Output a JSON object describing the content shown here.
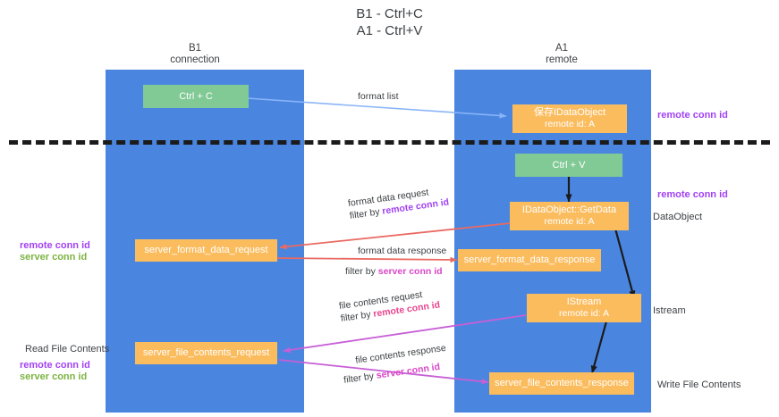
{
  "title": {
    "line1": "B1 - Ctrl+C",
    "line2": "A1 - Ctrl+V"
  },
  "columns": [
    {
      "id": "b1",
      "name": "B1",
      "subtitle": "connection"
    },
    {
      "id": "a1",
      "name": "A1",
      "subtitle": "remote"
    }
  ],
  "nodes": {
    "ctrl_c": {
      "label": "Ctrl + C",
      "color": "#81c995"
    },
    "ctrl_v": {
      "label": "Ctrl + V",
      "color": "#81c995"
    },
    "save_idataobject": {
      "line1": "保存IDataObject",
      "line2": "remote id: A",
      "color": "#fbbc5e"
    },
    "getdata": {
      "line1": "IDataObject::GetData",
      "line2": "remote id: A",
      "color": "#fbbc5e"
    },
    "istream": {
      "line1": "IStream",
      "line2": "remote id: A",
      "color": "#fbbc5e"
    },
    "server_format_data_request": {
      "label": "server_format_data_request",
      "color": "#fbbc5e"
    },
    "server_format_data_response": {
      "label": "server_format_data_response",
      "color": "#fbbc5e"
    },
    "server_file_contents_request": {
      "label": "server_file_contents_request",
      "color": "#fbbc5e"
    },
    "server_file_contents_response": {
      "label": "server_file_contents_response",
      "color": "#fbbc5e"
    }
  },
  "edges": {
    "format_list": {
      "label": "format list"
    },
    "format_data_request": {
      "line1": "format data request",
      "prefix": "filter by ",
      "key": "remote conn id",
      "key_color": "#a142f4"
    },
    "format_data_response": {
      "line1": "format data response",
      "prefix": "filter by ",
      "key": "server conn id",
      "key_color": "#d946c8"
    },
    "file_contents_request": {
      "line1": "file contents request",
      "prefix": "filter by ",
      "key": "remote conn id",
      "key_color": "#e8468f"
    },
    "file_contents_response": {
      "line1": "file contents response",
      "prefix": "filter by ",
      "key": "server conn id",
      "key_color": "#d946c8"
    }
  },
  "annotations": {
    "right_top_remote": {
      "text": "remote conn id",
      "color": "#a142f4"
    },
    "right_mid_remote": {
      "text": "remote conn id",
      "color": "#a142f4"
    },
    "right_dataobject": {
      "text": "DataObject",
      "color": "#3c4043"
    },
    "right_istream": {
      "text": "Istream",
      "color": "#3c4043"
    },
    "right_write_file": {
      "text": "Write File Contents",
      "color": "#3c4043"
    },
    "left_remote_conn": {
      "text": "remote conn id",
      "color": "#a142f4"
    },
    "left_server_conn": {
      "text": "server conn id",
      "color": "#7cb342"
    },
    "left_read_file": {
      "text": "Read File Contents",
      "color": "#3c4043"
    },
    "left_remote_conn2": {
      "text": "remote conn id",
      "color": "#a142f4"
    },
    "left_server_conn2": {
      "text": "server conn id",
      "color": "#7cb342"
    }
  },
  "colors": {
    "band": "#4a86e0",
    "green_node": "#81c995",
    "orange_node": "#fbbc5e",
    "arrow_blue": "#8ab4f8",
    "arrow_red": "#ea6a62",
    "arrow_magenta": "#c75fd6",
    "arrow_black": "#1b1b1b",
    "divider": "#1b1b1b",
    "text": "#3c4043"
  }
}
